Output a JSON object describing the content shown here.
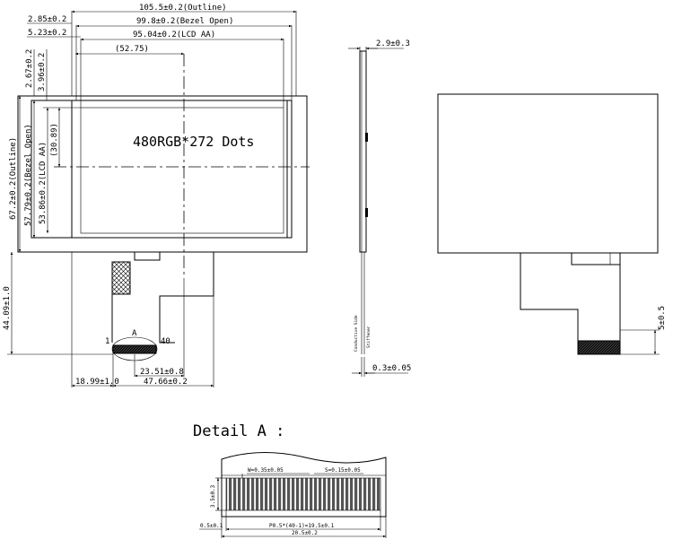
{
  "front_view": {
    "outline_width": "105.5±0.2(Outline)",
    "bezel_width": "99.8±0.2(Bezel Open)",
    "lcd_aa_width": "95.04±0.2(LCD AA)",
    "center_x": "(52.75)",
    "left_offset_1": "2.85±0.2",
    "left_offset_2": "5.23±0.2",
    "top_offset_1": "2.67±0.2",
    "top_offset_2": "3.96±0.2",
    "outline_height": "67.2±0.2(Outline)",
    "bezel_height": "57.79±0.2(Bezel Open)",
    "lcd_aa_height": "53.86±0.2(LCD AA)",
    "center_y": "(30.89)",
    "resolution": "480RGB*272 Dots",
    "fpc_length": "44.09±1.0",
    "fpc_offset": "18.99±1.0",
    "fpc_tail_width": "23.51±0.8",
    "fpc_total": "47.66±0.2",
    "pin_first": "1",
    "pin_last": "40",
    "detail_label": "A"
  },
  "side_view": {
    "thickness": "2.9±0.3",
    "fpc_thickness": "0.3±0.05",
    "conductive_side": "Conductive Side",
    "stiffener": "Stiffener"
  },
  "back_view": {
    "fpc_tail": "5±0.5"
  },
  "detail_a": {
    "title": "Detail A :",
    "pin_width": "W=0.35±0.05",
    "pin_space": "S=0.15±0.05",
    "stiffener_height": "3.5±0.3",
    "edge": "0.5±0.1",
    "pitch": "P0.5*(40-1)=19.5±0.1",
    "total_width": "20.5±0.2"
  }
}
